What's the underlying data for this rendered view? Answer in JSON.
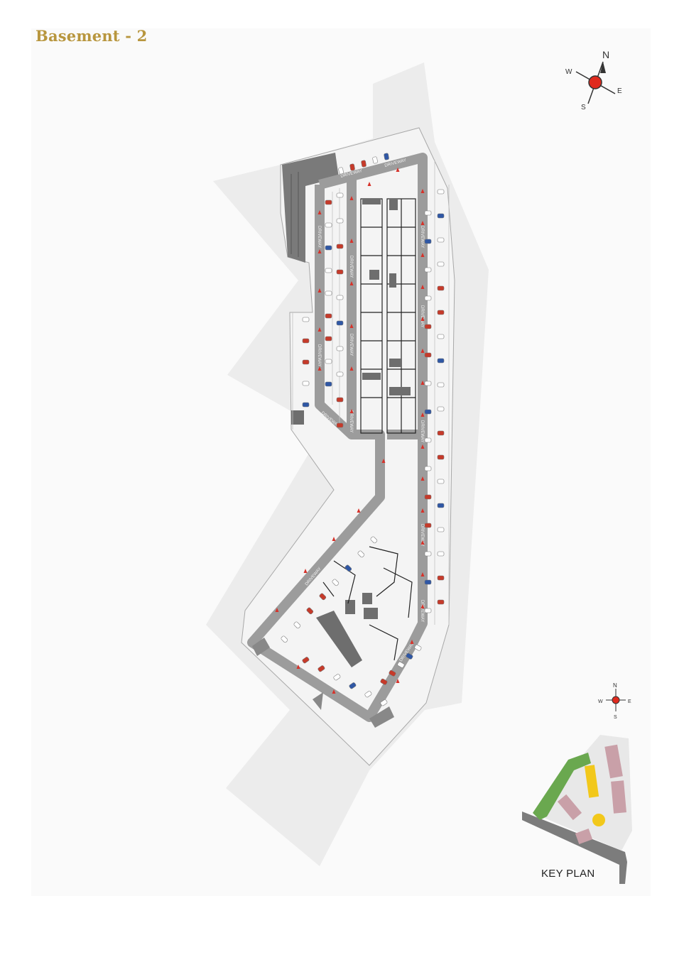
{
  "title": "Basement - 2",
  "compass": {
    "n": "N",
    "s": "S",
    "e": "E",
    "w": "W"
  },
  "key_plan": {
    "label": "KEY PLAN"
  },
  "driveway_label": "DRIVEWAY",
  "colors": {
    "title": "#b8963e",
    "site": "#ececec",
    "floor": "#f1f1f1",
    "driveway": "#9c9c9c",
    "core": "#6e6e6e",
    "car_red": "#c63a2a",
    "car_blue": "#2f57a5",
    "arrow": "#d6322a",
    "compass_dot": "#e02a1e",
    "key_green": "#6aa84f",
    "key_yellow": "#f2c81b",
    "key_mauve": "#c9a0a8"
  }
}
